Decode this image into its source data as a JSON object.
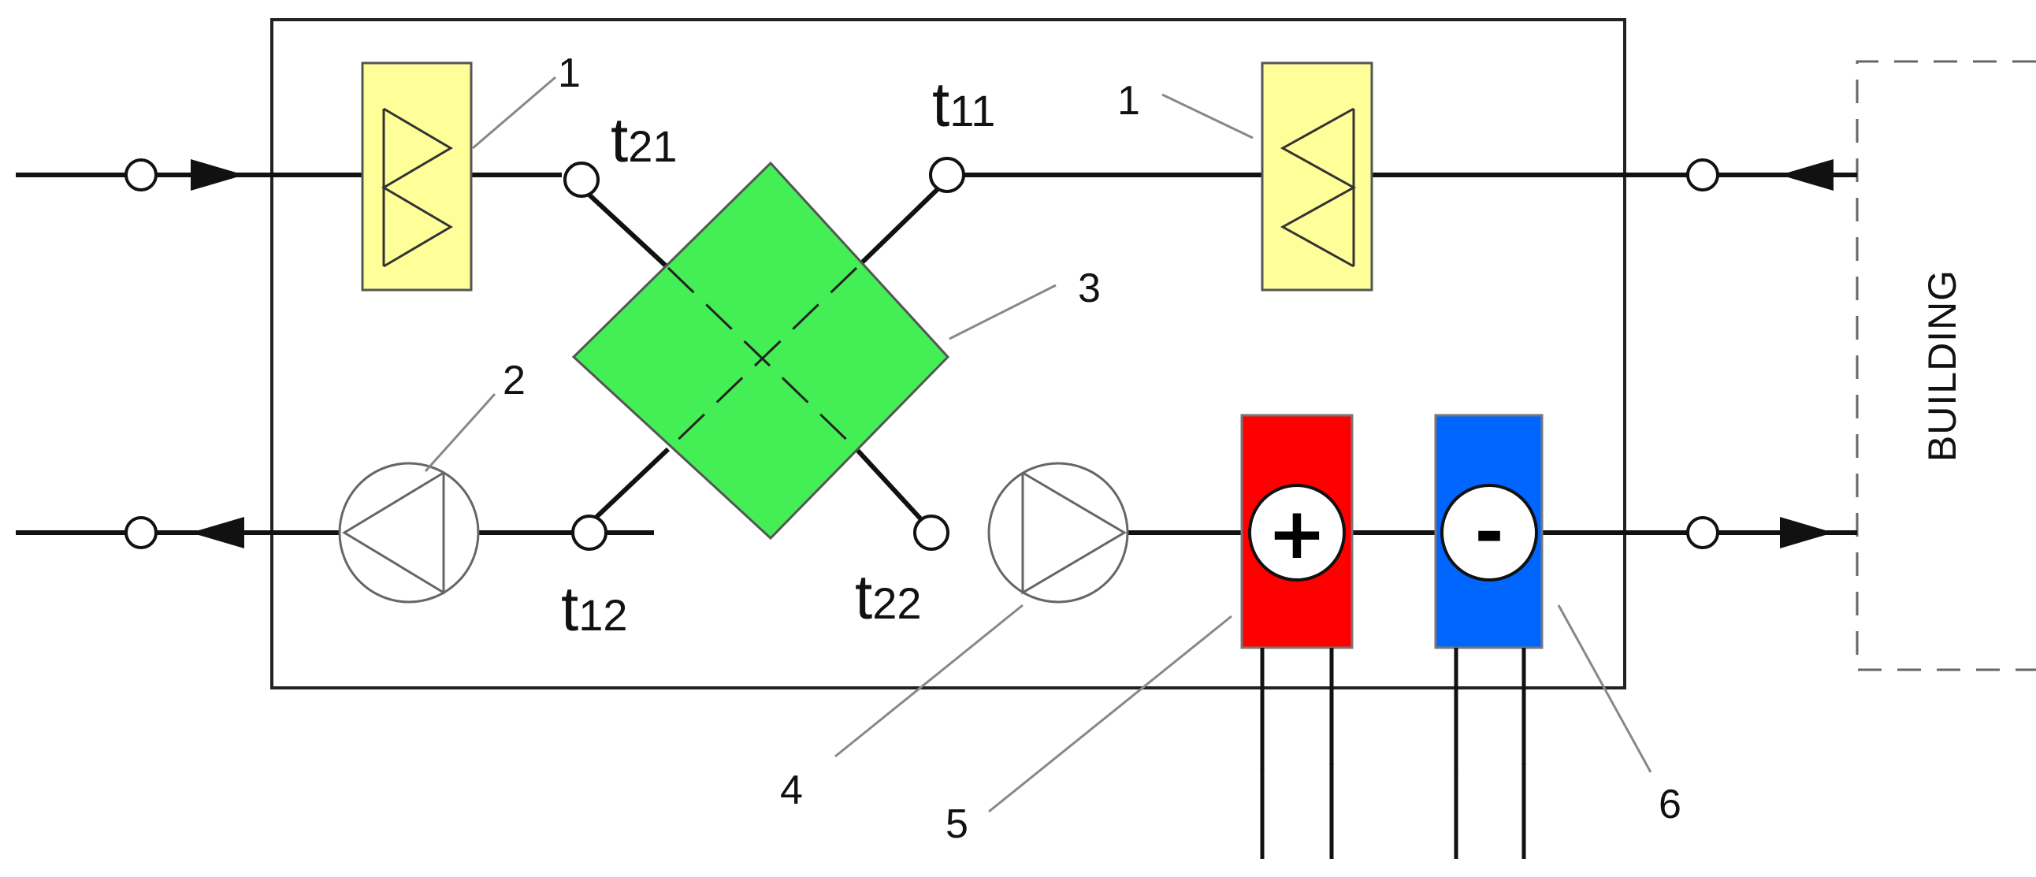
{
  "labels": {
    "filter_left": "1",
    "filter_right": "1",
    "fan_exhaust": "2",
    "heat_exchanger": "3",
    "fan_supply": "4",
    "heater": "5",
    "cooler": "6",
    "building": "BUILDING"
  },
  "temperatures": {
    "t21": {
      "main": "t",
      "sub": "21"
    },
    "t11": {
      "main": "t",
      "sub": "11"
    },
    "t12": {
      "main": "t",
      "sub": "12"
    },
    "t22": {
      "main": "t",
      "sub": "22"
    }
  },
  "heater_sign": "+",
  "cooler_sign": "-",
  "colors": {
    "filter": "#ffff99",
    "exchanger": "#44ee55",
    "heater": "#ff0000",
    "cooler": "#0066ff",
    "line": "#111111"
  }
}
